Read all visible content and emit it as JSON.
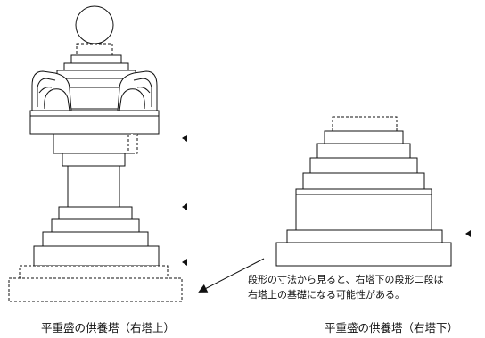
{
  "diagram": {
    "note_lines": [
      "段形の寸法から見ると、右塔下の段形二段は",
      "右塔上の基礎になる可能性がある。"
    ],
    "captions": {
      "left": "平重盛の供養塔（右塔上）",
      "right": "平重盛の供養塔（右塔下）"
    },
    "colors": {
      "line": "#111111",
      "fill": "#ffffff"
    },
    "icons": [
      "level-marker-icon",
      "arrow-icon"
    ]
  }
}
